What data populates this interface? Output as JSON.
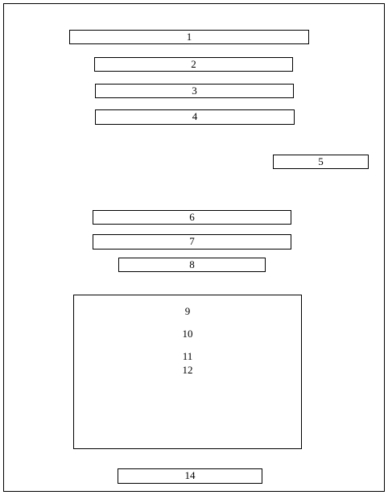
{
  "labels": {
    "box1": "1",
    "box2": "2",
    "box3": "3",
    "box4": "4",
    "box5": "5",
    "box6": "6",
    "box7": "7",
    "box8": "8",
    "large_box_items": [
      "9",
      "10",
      "11",
      "12"
    ],
    "box14": "14"
  }
}
